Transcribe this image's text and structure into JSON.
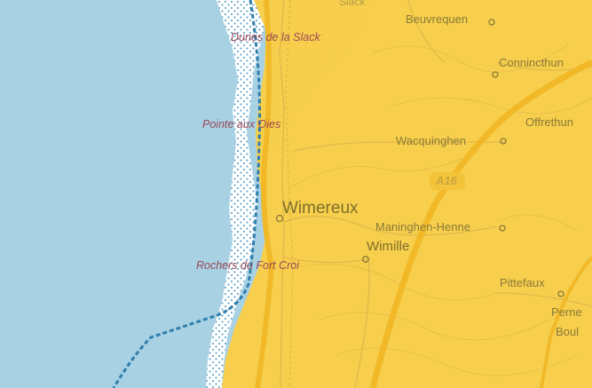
{
  "map": {
    "colors": {
      "sea": "#a8d1e3",
      "land": "#f7cf4c",
      "dunes": "#ffffff",
      "boundary": "#2f7fae",
      "road_major": "#f1b928",
      "road_minor": "#e2b84a"
    },
    "road_shield": "A16",
    "places": [
      {
        "key": "slack",
        "name": "Slack"
      },
      {
        "key": "beuvrequen",
        "name": "Beuvrequen"
      },
      {
        "key": "connincthun",
        "name": "Connincthun"
      },
      {
        "key": "offrethun",
        "name": "Offrethun"
      },
      {
        "key": "wacquinghen",
        "name": "Wacquinghen"
      },
      {
        "key": "wimereux",
        "name": "Wimereux"
      },
      {
        "key": "maninghen_henne",
        "name": "Maninghen-Henne"
      },
      {
        "key": "wimille",
        "name": "Wimille"
      },
      {
        "key": "pittefaux",
        "name": "Pittefaux"
      },
      {
        "key": "pernes",
        "name": "Perne"
      },
      {
        "key": "boulogne",
        "name": "Boul"
      }
    ],
    "features": [
      {
        "key": "dunes",
        "name": "Dunes de la Slack"
      },
      {
        "key": "pointe",
        "name": "Pointe aux Oies"
      },
      {
        "key": "rochers",
        "name": "Rochers du Fort Croi"
      }
    ]
  }
}
